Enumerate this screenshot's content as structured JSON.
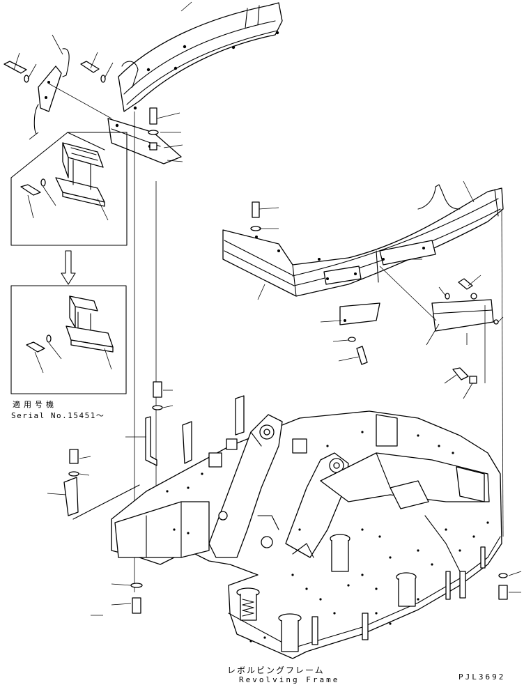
{
  "diagram": {
    "serial_label_jp": "適用号機",
    "serial_label": "Serial No.15451～",
    "frame_title_jp": "レボルビングフレーム",
    "frame_title": "Revolving Frame",
    "drawing_code": "PJL3692"
  }
}
